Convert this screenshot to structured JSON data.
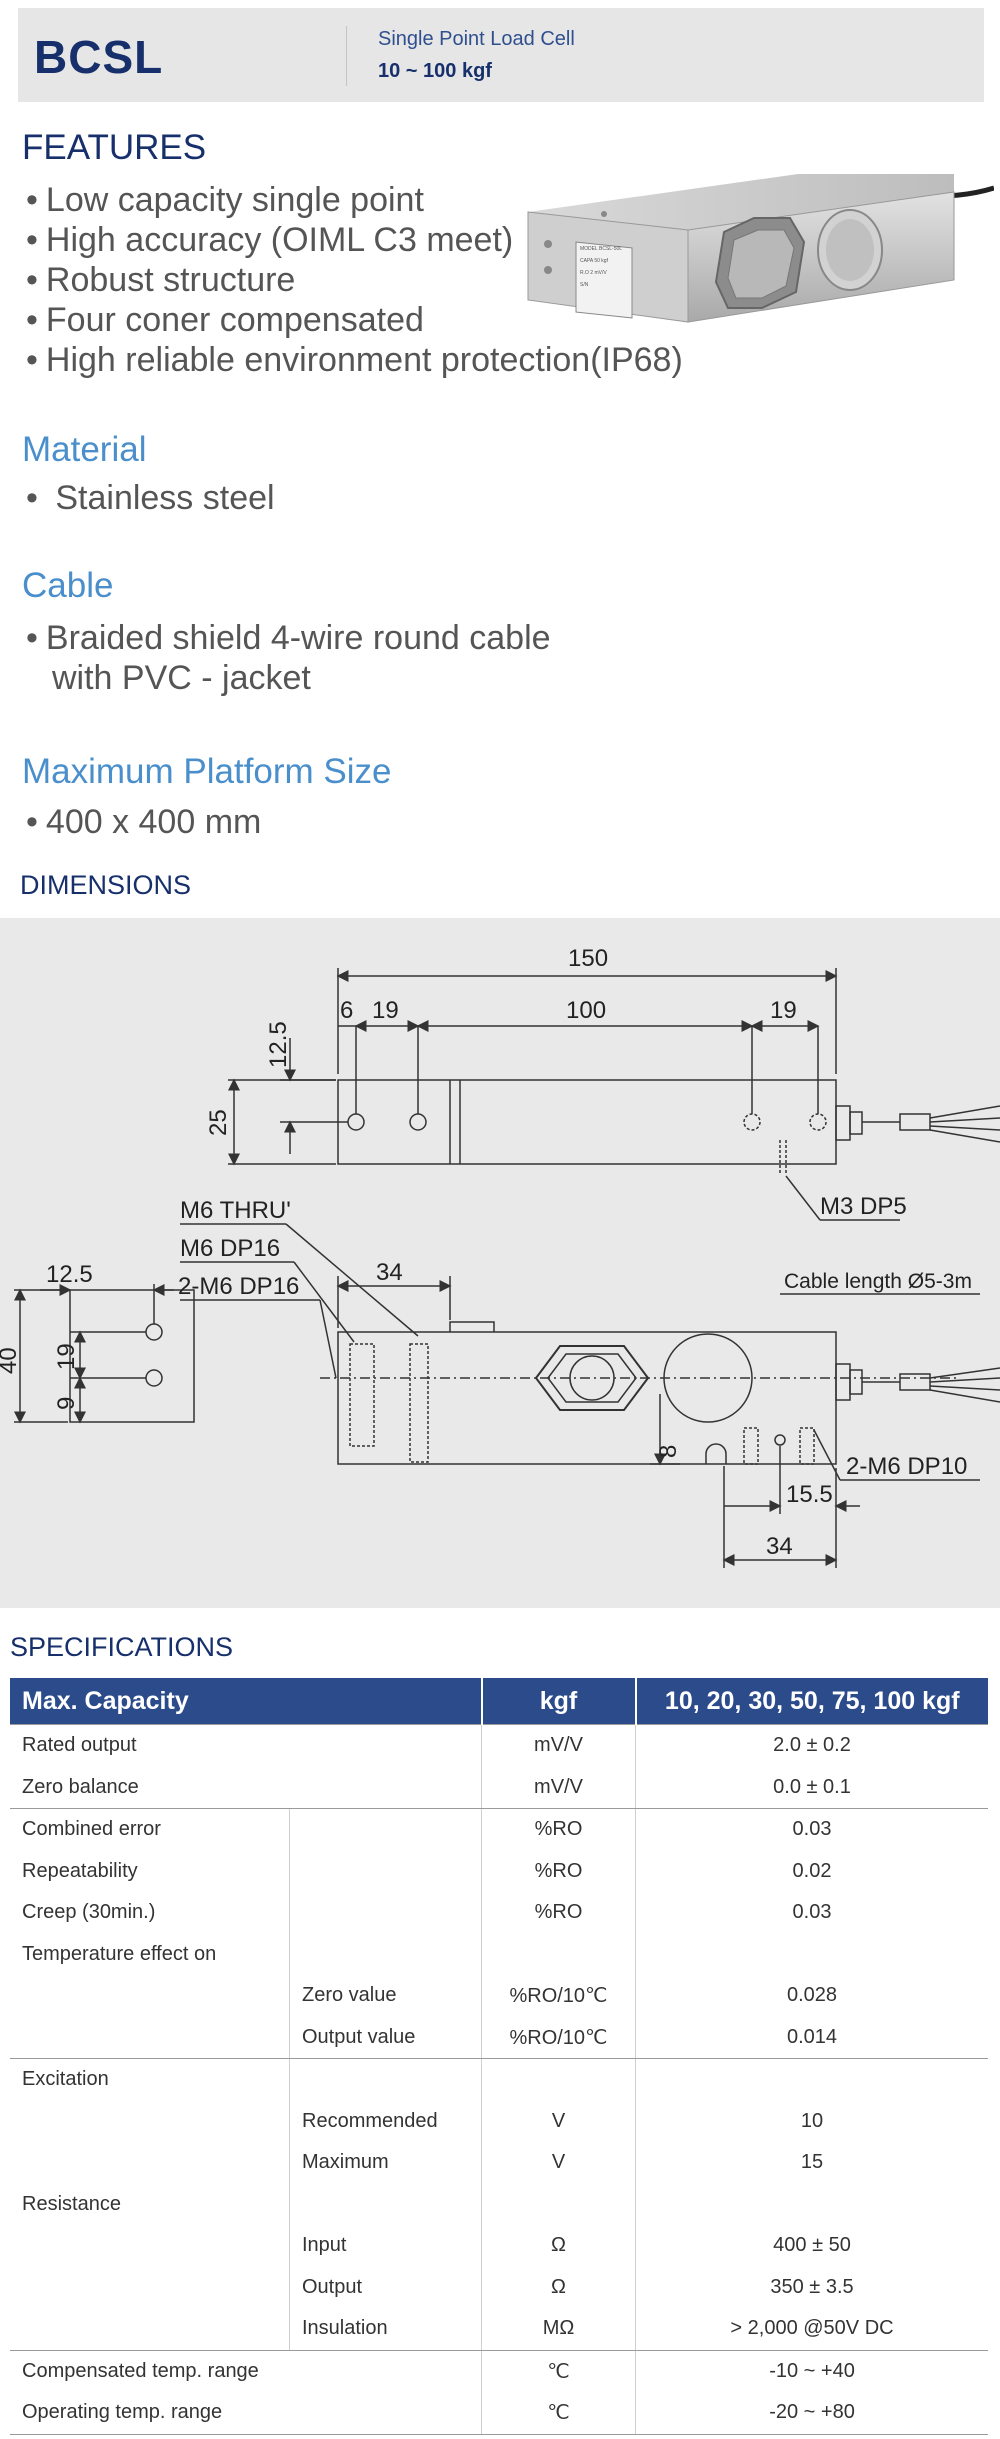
{
  "header": {
    "model": "BCSL",
    "subtitle": "Single Point Load Cell",
    "range": "10 ~ 100 kgf"
  },
  "features": {
    "title": "FEATURES",
    "items": [
      "Low capacity single point",
      "High accuracy (OIML C3 meet)",
      "Robust structure",
      "Four coner compensated",
      "High reliable environment protection(IP68)"
    ]
  },
  "material": {
    "title": "Material",
    "items": [
      " Stainless steel"
    ]
  },
  "cable": {
    "title": "Cable",
    "items": [
      "Braided shield 4-wire round cable",
      "with PVC - jacket"
    ]
  },
  "platform": {
    "title": "Maximum Platform Size",
    "items": [
      "400 x 400 mm"
    ]
  },
  "dimensions": {
    "title": "DIMENSIONS",
    "labels": {
      "d150": "150",
      "d6": "6",
      "d19a": "19",
      "d100": "100",
      "d19b": "19",
      "d12_5a": "12.5",
      "d25": "25",
      "m3": "M3 DP5",
      "m6thru": "M6 THRU'",
      "m6dp16": "M6 DP16",
      "m6dp16x2": "2-M6 DP16",
      "d34a": "34",
      "d12_5b": "12.5",
      "d40": "40",
      "d19c": "19",
      "d9": "9",
      "cable_len": "Cable length Ø5-3m",
      "d8": "8",
      "m6dp10": "2-M6 DP10",
      "d15_5": "15.5",
      "d34b": "34"
    }
  },
  "label_plate": {
    "lines": [
      "MODEL BCSL-50L",
      "CAPA 50 kgf",
      "R.O 2 mV/V",
      "S/N"
    ]
  },
  "specifications": {
    "title": "SPECIFICATIONS",
    "header": {
      "param": "Max. Capacity",
      "unit": "kgf",
      "value": "10, 20, 30, 50, 75, 100 kgf"
    },
    "rows": {
      "rated_output": {
        "label": "Rated output",
        "unit": "mV/V",
        "value": "2.0 ± 0.2"
      },
      "zero_balance": {
        "label": "Zero balance",
        "unit": "mV/V",
        "value": "0.0 ± 0.1"
      },
      "combined_error": {
        "label": "Combined error",
        "unit": "%RO",
        "value": "0.03"
      },
      "repeatability": {
        "label": "Repeatability",
        "unit": "%RO",
        "value": "0.02"
      },
      "creep": {
        "label": "Creep (30min.)",
        "unit": "%RO",
        "value": "0.03"
      },
      "temp_effect": {
        "label": "Temperature effect on"
      },
      "temp_zero": {
        "label": "Zero value",
        "unit": "%RO/10℃",
        "value": "0.028"
      },
      "temp_output": {
        "label": "Output  value",
        "unit": "%RO/10℃",
        "value": "0.014"
      },
      "excitation": {
        "label": "Excitation"
      },
      "exc_recommended": {
        "label": "Recommended",
        "unit": "V",
        "value": "10"
      },
      "exc_maximum": {
        "label": "Maximum",
        "unit": "V",
        "value": "15"
      },
      "resistance": {
        "label": "Resistance"
      },
      "res_input": {
        "label": "Input",
        "unit": "Ω",
        "value": "400 ± 50"
      },
      "res_output": {
        "label": "Output",
        "unit": "Ω",
        "value": "350 ± 3.5"
      },
      "res_insulation": {
        "label": "Insulation",
        "unit": "MΩ",
        "value": "> 2,000 @50V DC"
      },
      "comp_temp": {
        "label": "Compensated temp. range",
        "unit": "℃",
        "value": "-10 ~ +40"
      },
      "oper_temp": {
        "label": "Operating temp. range",
        "unit": "℃",
        "value": "-20 ~ +80"
      }
    }
  }
}
